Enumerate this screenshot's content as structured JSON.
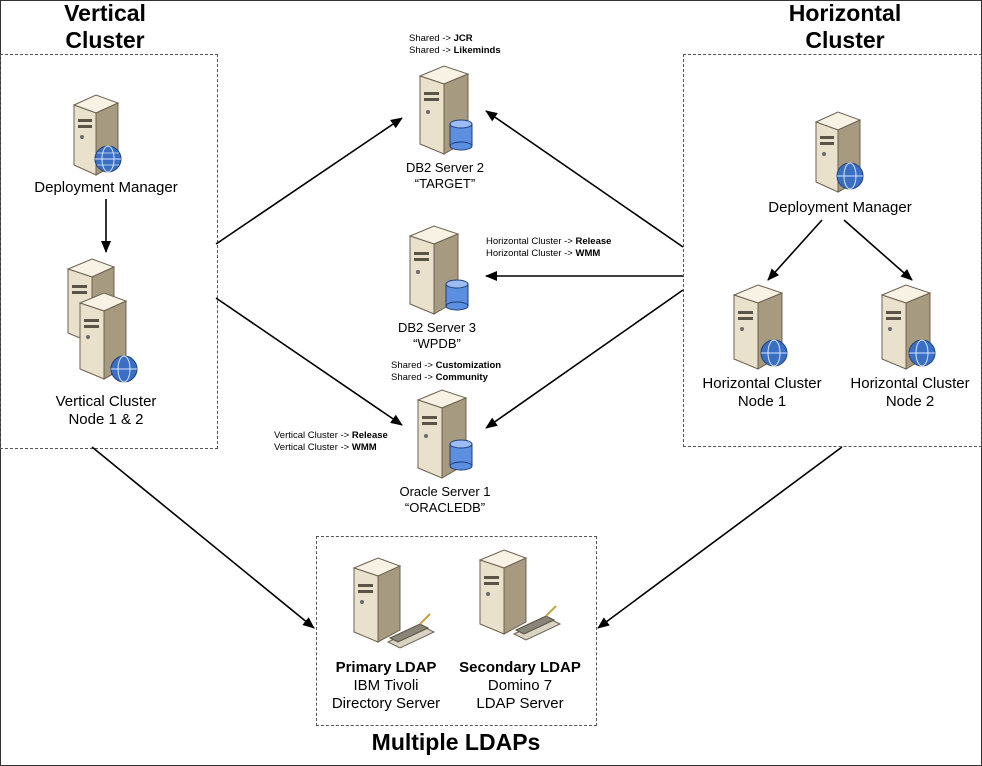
{
  "titles": {
    "vertical_line1": "Vertical",
    "vertical_line2": "Cluster",
    "horizontal_line1": "Horizontal",
    "horizontal_line2": "Cluster",
    "ldaps": "Multiple LDAPs"
  },
  "vertical_cluster": {
    "deployment_manager": "Deployment Manager",
    "node_line1": "Vertical Cluster",
    "node_line2": "Node 1 & 2"
  },
  "horizontal_cluster": {
    "deployment_manager": "Deployment Manager",
    "node1_line1": "Horizontal Cluster",
    "node1_line2": "Node 1",
    "node2_line1": "Horizontal Cluster",
    "node2_line2": "Node 2"
  },
  "db2_server_2": {
    "name": "DB2 Server 2",
    "alias": "“TARGET”",
    "note1_prefix": "Shared -> ",
    "note1_bold": "JCR",
    "note2_prefix": "Shared -> ",
    "note2_bold": "Likeminds"
  },
  "db2_server_3": {
    "name": "DB2 Server 3",
    "alias": "“WPDB”",
    "note1_prefix": "Horizontal Cluster -> ",
    "note1_bold": "Release",
    "note2_prefix": "Horizontal Cluster -> ",
    "note2_bold": "WMM"
  },
  "oracle_server_1": {
    "name": "Oracle Server 1",
    "alias": "“ORACLEDB”",
    "top_note1_prefix": "Shared -> ",
    "top_note1_bold": "Customization",
    "top_note2_prefix": "Shared -> ",
    "top_note2_bold": "Community",
    "left_note1_prefix": "Vertical Cluster -> ",
    "left_note1_bold": "Release",
    "left_note2_prefix": "Vertical Cluster -> ",
    "left_note2_bold": "WMM"
  },
  "ldap": {
    "primary_title": "Primary LDAP",
    "primary_line1": "IBM Tivoli",
    "primary_line2": "Directory Server",
    "secondary_title": "Secondary LDAP",
    "secondary_line1": "Domino 7",
    "secondary_line2": "LDAP Server"
  },
  "colors": {
    "server_body": "#efe8d6",
    "server_side": "#8c8068",
    "globe": "#3a6fc4",
    "database": "#5d8fe0"
  }
}
